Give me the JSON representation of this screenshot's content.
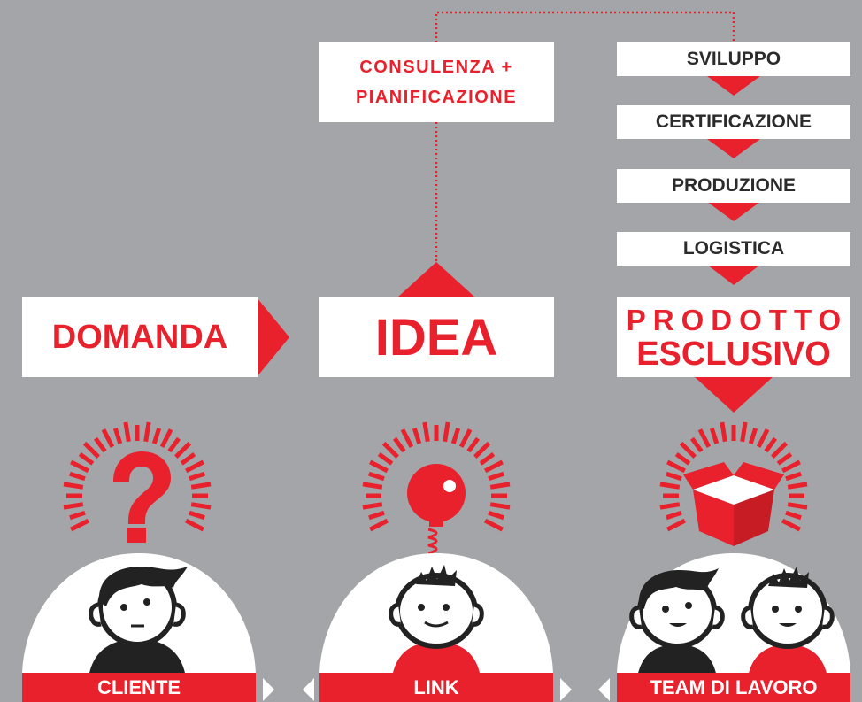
{
  "boxes": {
    "consulenza_line1": "CONSULENZA +",
    "consulenza_line2": "PIANIFICAZIONE",
    "sviluppo": "SVILUPPO",
    "certificazione": "CERTIFICAZIONE",
    "produzione": "PRODUZIONE",
    "logistica": "LOGISTICA",
    "domanda": "DOMANDA",
    "idea": "IDEA",
    "prodotto_line1": "PRODOTTO",
    "prodotto_line2": "ESCLUSIVO"
  },
  "icons": {
    "question_mark": "?"
  },
  "labels": {
    "cliente": "CLIENTE",
    "link": "LINK",
    "team": "TEAM DI LAVORO"
  },
  "colors": {
    "background": "#a3a5a8",
    "accent": "#e8212c",
    "box": "#ffffff",
    "text_dark": "#2b2b2b"
  }
}
